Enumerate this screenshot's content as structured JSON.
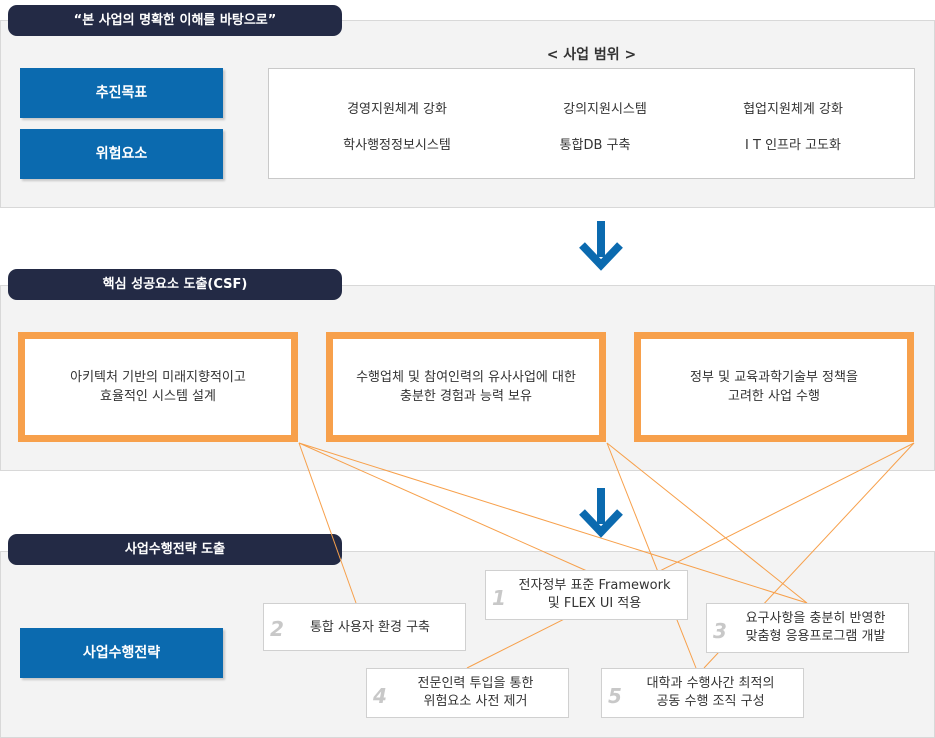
{
  "section1": {
    "tab_label": "“본 사업의 명확한 이해를 바탕으로”",
    "buttons": [
      "추진목표",
      "위험요소"
    ],
    "scope_title": "< 사업 범위 >",
    "scope_items": [
      "경영지원체계 강화",
      "강의지원시스템",
      "협업지원체계 강화",
      "학사행정정보시스템",
      "통합DB 구축",
      "I T 인프라 고도화"
    ]
  },
  "section2": {
    "tab_label": "핵심 성공요소 도출(CSF)",
    "csf": [
      {
        "line1": "아키텍처 기반의 미래지향적이고",
        "line2": "효율적인 시스템 설계"
      },
      {
        "line1": "수행업체 및 참여인력의 유사사업에 대한",
        "line2": "충분한 경험과 능력 보유"
      },
      {
        "line1": "정부 및 교육과학기술부 정책을",
        "line2": "고려한 사업 수행"
      }
    ]
  },
  "section3": {
    "tab_label": "사업수행전략 도출",
    "button": "사업수행전략",
    "strategies": [
      {
        "num": "1",
        "line1": "전자정부 표준 Framework",
        "line2": "및 FLEX UI 적용"
      },
      {
        "num": "2",
        "line1": "통합 사용자 환경 구축",
        "line2": ""
      },
      {
        "num": "3",
        "line1": "요구사항을 충분히 반영한",
        "line2": "맞춤형 응용프로그램 개발"
      },
      {
        "num": "4",
        "line1": "전문인력 투입을 통한",
        "line2": "위험요소 사전 제거"
      },
      {
        "num": "5",
        "line1": "대학과 수행사간 최적의",
        "line2": "공동 수행 조직 구성"
      }
    ]
  },
  "colors": {
    "navy": "#232a45",
    "blue": "#0b6aaf",
    "orange": "#f7a04b",
    "arrow": "#0b6aaf"
  }
}
